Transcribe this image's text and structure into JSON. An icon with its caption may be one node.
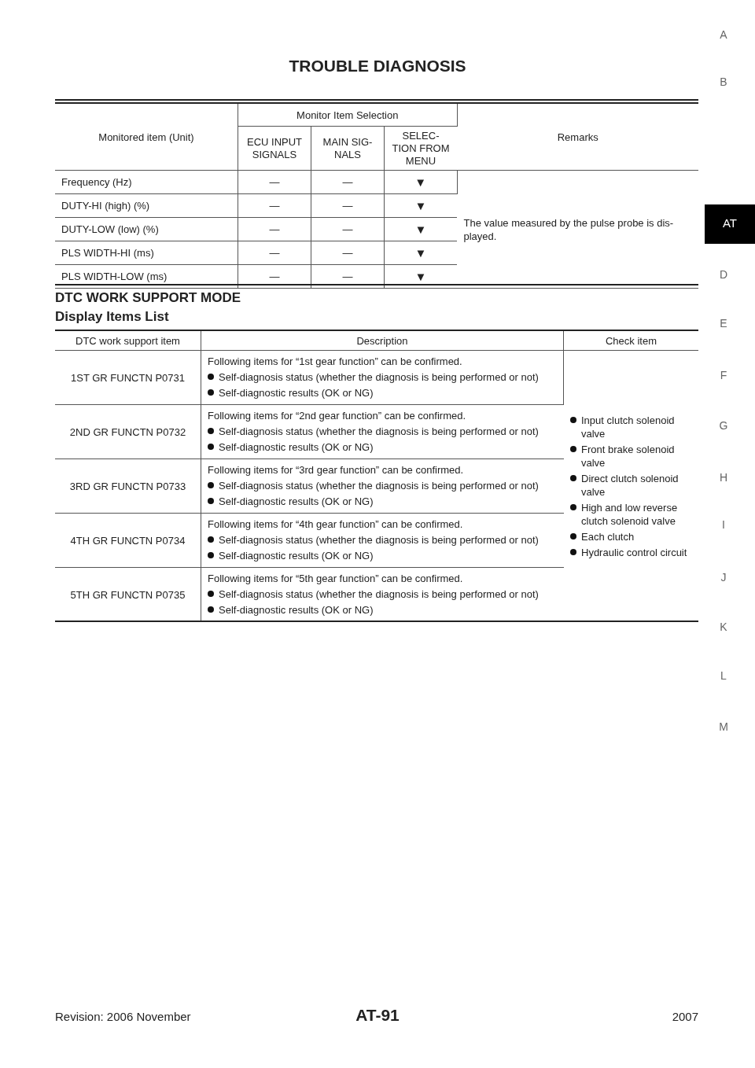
{
  "diagram": {
    "title": "TROUBLE DIAGNOSIS",
    "labels": [
      "Monitored item (Unit)",
      "Monitor Item Selection",
      "Remarks",
      "ECU INPUT SIGNALS",
      "MAIN SIG- NALS",
      "SELEC- TION FROM MENU",
      "Frequency (Hz)",
      "—",
      "—",
      "▼",
      "The value measured by the pulse probe is dis- played.",
      "DUTY-HI (high) (%)",
      "—",
      "—",
      "▼",
      "DUTY-LOW (low) (%)",
      "—",
      "—",
      "▼",
      "PLS WIDTH-HI (ms)",
      "—",
      "—",
      "▼",
      "PLS WIDTH-LOW (ms)",
      "—",
      "—",
      "▼",
      "DTC WORK SUPPORT MODE",
      "Display Items List",
      "DTC work support item",
      "Description",
      "Check item",
      "1ST GR FUNCTN P0731",
      "Following items for “1st gear function” can be confirmed.",
      "Self-diagnosis status (whether the diagnosis is being performed or not)",
      "Self-diagnostic results (OK or NG)",
      "Input clutch solenoid valve",
      "Front brake solenoid valve",
      "Direct clutch solenoid valve",
      "High and low reverse clutch solenoid valve",
      "Each clutch",
      "Hydraulic control circuit",
      "2ND GR FUNCTN P0732",
      "Following items for “2nd gear function” can be confirmed.",
      "Self-diagnosis status (whether the diagnosis is being performed or not)",
      "Self-diagnostic results (OK or NG)",
      "3RD GR FUNCTN P0733",
      "Following items for “3rd gear function” can be confirmed.",
      "Self-diagnosis status (whether the diagnosis is being performed or not)",
      "Self-diagnostic results (OK or NG)",
      "4TH GR FUNCTN P0734",
      "Following items for “4th gear function” can be confirmed.",
      "Self-diagnosis status (whether the diagnosis is being performed or not)",
      "Self-diagnostic results (OK or NG)",
      "5TH GR FUNCTN P0735",
      "Following items for “5th gear function” can be confirmed.",
      "Self-diagnosis status (whether the diagnosis is being performed or not)",
      "Self-diagnostic results (OK or NG)",
      "A",
      "B",
      "AT",
      "D",
      "E",
      "F",
      "G",
      "H",
      "I",
      "J",
      "K",
      "L",
      "M",
      "Revision: 2006 November",
      "AT-91",
      "2007"
    ]
  }
}
